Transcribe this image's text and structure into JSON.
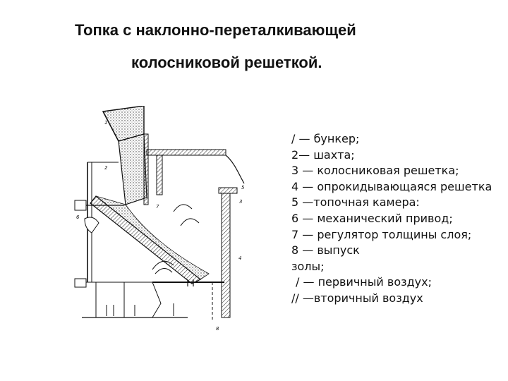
{
  "title": {
    "line1": "Топка с наклонно-переталкивающей",
    "line2": "колосниковой решеткой."
  },
  "legend": [
    {
      "text": "/ — бункер;"
    },
    {
      "text": "2— шахта;"
    },
    {
      "text": "3 — колосниковая   решетка;"
    },
    {
      "text": "4 — опрокидывающаяся  решетка"
    },
    {
      "text": "5 —топочная камера:"
    },
    {
      "text": "6 — механический привод;"
    },
    {
      "text": "7 — регулятор толщины слоя;"
    },
    {
      "text": "8 — выпуск"
    },
    {
      "text": "золы;"
    },
    {
      "text": " / — первичный воздух;"
    },
    {
      "text": "// —вторичный воздух"
    }
  ],
  "diagram": {
    "callouts": [
      "1",
      "2",
      "3",
      "4",
      "5",
      "6",
      "7",
      "8"
    ]
  }
}
